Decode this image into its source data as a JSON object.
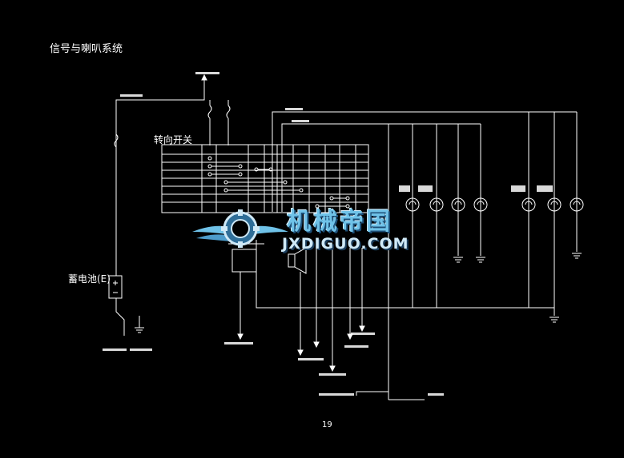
{
  "page": {
    "title": "信号与喇叭系统",
    "switch_label": "转向开关",
    "battery_label": "蓄电池(E)",
    "page_number": "19"
  },
  "watermark": {
    "cn": "机械帝国",
    "en": "JXDIGUO.COM"
  },
  "colors": {
    "background": "#000000",
    "line": "#ffffff",
    "watermark_blue": "#6fc2e8"
  },
  "icons": [
    "fuse-icon",
    "lamp-icon",
    "ground-icon",
    "horn-icon",
    "battery-icon",
    "gear-logo-icon"
  ]
}
